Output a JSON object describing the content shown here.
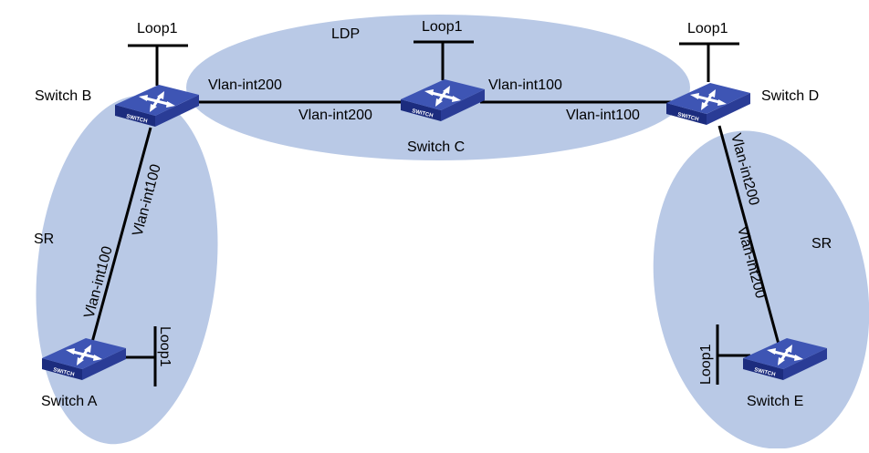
{
  "colors": {
    "region_fill": "#b9c9e6",
    "switch_top": "#3e55b4",
    "switch_side": "#1c2c7e",
    "link": "#000000"
  },
  "regions": {
    "ldp": {
      "label": "LDP"
    },
    "sr_left": {
      "label": "SR"
    },
    "sr_right": {
      "label": "SR"
    }
  },
  "switches": {
    "a": {
      "name": "Switch A",
      "badge": "SWITCH",
      "loop": "Loop1"
    },
    "b": {
      "name": "Switch B",
      "badge": "SWITCH",
      "loop": "Loop1"
    },
    "c": {
      "name": "Switch C",
      "badge": "SWITCH",
      "loop": "Loop1"
    },
    "d": {
      "name": "Switch D",
      "badge": "SWITCH",
      "loop": "Loop1"
    },
    "e": {
      "name": "Switch E",
      "badge": "SWITCH",
      "loop": "Loop1"
    }
  },
  "links": {
    "b_c": {
      "end_b": "Vlan-int200",
      "end_c": "Vlan-int200"
    },
    "c_d": {
      "end_c": "Vlan-int100",
      "end_d": "Vlan-int100"
    },
    "b_a": {
      "end_b": "Vlan-int100",
      "end_a": "Vlan-int100"
    },
    "d_e": {
      "end_d": "Vlan-int200",
      "end_e": "Vlan-int200"
    }
  }
}
